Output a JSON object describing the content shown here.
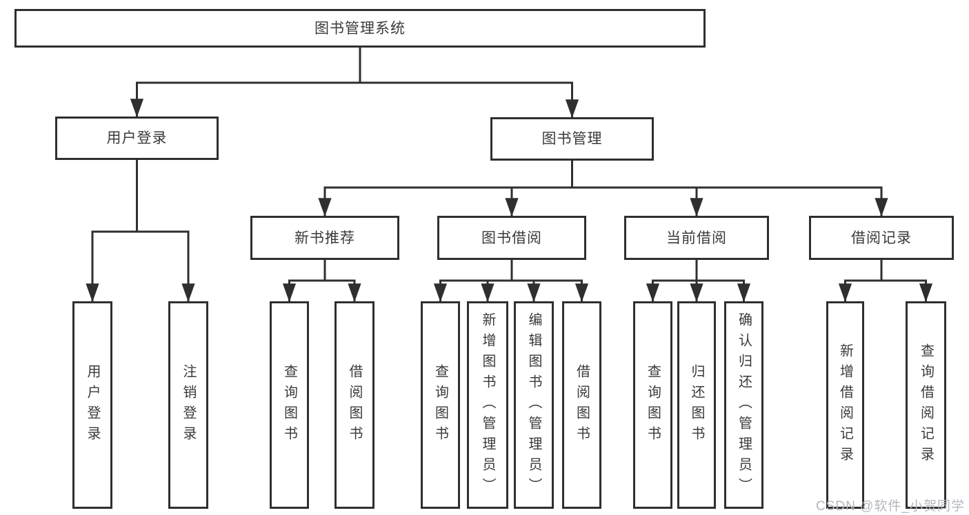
{
  "diagram": {
    "root": {
      "label": "图书管理系统"
    },
    "level2": [
      {
        "id": "user-login",
        "label": "用户登录"
      },
      {
        "id": "book-management",
        "label": "图书管理"
      }
    ],
    "level3": [
      {
        "id": "new-book-recommendation",
        "parent": "book-management",
        "label": "新书推荐"
      },
      {
        "id": "book-borrowing",
        "parent": "book-management",
        "label": "图书借阅"
      },
      {
        "id": "current-borrowing",
        "parent": "book-management",
        "label": "当前借阅"
      },
      {
        "id": "borrowing-records",
        "parent": "book-management",
        "label": "借阅记录"
      }
    ],
    "leaves": [
      {
        "id": "user-login-leaf",
        "parent": "user-login",
        "label": "用户登录"
      },
      {
        "id": "logout",
        "parent": "user-login",
        "label": "注销登录"
      },
      {
        "id": "query-books-recommend",
        "parent": "new-book-recommendation",
        "label": "查询图书"
      },
      {
        "id": "borrow-books-recommend",
        "parent": "new-book-recommendation",
        "label": "借阅图书"
      },
      {
        "id": "query-books-borrowing",
        "parent": "book-borrowing",
        "label": "查询图书"
      },
      {
        "id": "add-books-admin",
        "parent": "book-borrowing",
        "label": "新增图书（管理员）"
      },
      {
        "id": "edit-books-admin",
        "parent": "book-borrowing",
        "label": "编辑图书（管理员）"
      },
      {
        "id": "borrow-books-borrowing",
        "parent": "book-borrowing",
        "label": "借阅图书"
      },
      {
        "id": "query-books-current",
        "parent": "current-borrowing",
        "label": "查询图书"
      },
      {
        "id": "return-books",
        "parent": "current-borrowing",
        "label": "归还图书"
      },
      {
        "id": "confirm-return-admin",
        "parent": "current-borrowing",
        "label": "确认归还（管理员）"
      },
      {
        "id": "add-borrow-record",
        "parent": "borrowing-records",
        "label": "新增借阅记录"
      },
      {
        "id": "query-borrow-record",
        "parent": "borrowing-records",
        "label": "查询借阅记录"
      }
    ]
  },
  "watermark": {
    "text": "CSDN @软件_小贺同学"
  },
  "colors": {
    "line": "#2f2f2f",
    "box_border": "#2f2f2f",
    "box_fill": "#ffffff",
    "text": "#3a3a3a",
    "watermark": "#b3b7bd"
  }
}
